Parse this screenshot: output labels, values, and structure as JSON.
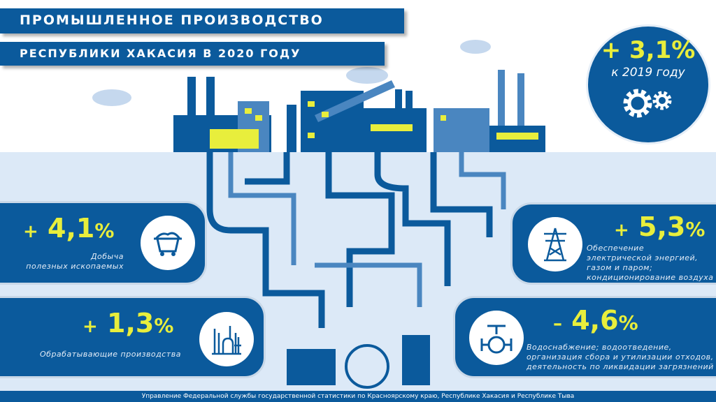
{
  "header": {
    "title_line1": "ПРОМЫШЛЕННОЕ ПРОИЗВОДСТВО",
    "title_line2": "РЕСПУБЛИКИ ХАКАСИЯ В 2020 ГОДУ"
  },
  "total": {
    "value": "+ 3,1%",
    "caption": "к 2019 году",
    "icon": "gears-icon"
  },
  "cards": [
    {
      "sign": "+",
      "value": "4,1",
      "pct": "%",
      "desc": [
        "Добыча",
        "полезных ископаемых"
      ],
      "icon": "mine-cart-icon"
    },
    {
      "sign": "+",
      "value": "1,3",
      "pct": "%",
      "desc": [
        "Обрабатывающие производства"
      ],
      "icon": "refinery-icon"
    },
    {
      "sign": "+",
      "value": "5,3",
      "pct": "%",
      "desc": [
        "Обеспечение",
        "электрической энергией,",
        "газом и паром;",
        "кондиционирование воздуха"
      ],
      "icon": "power-tower-icon"
    },
    {
      "sign": "–",
      "value": "4,6",
      "pct": "%",
      "desc": [
        "Водоснабжение; водоотведение,",
        "организация сбора и утилизации отходов,",
        "деятельность по ликвидации загрязнений"
      ],
      "icon": "valve-icon"
    }
  ],
  "footer": "Управление Федеральной службы государственной статистики по Красноярскому краю, Республике Хакасия и Республике Тыва",
  "colors": {
    "primary": "#0b5a9c",
    "accent": "#e8ee3c",
    "background": "#dce9f7"
  }
}
